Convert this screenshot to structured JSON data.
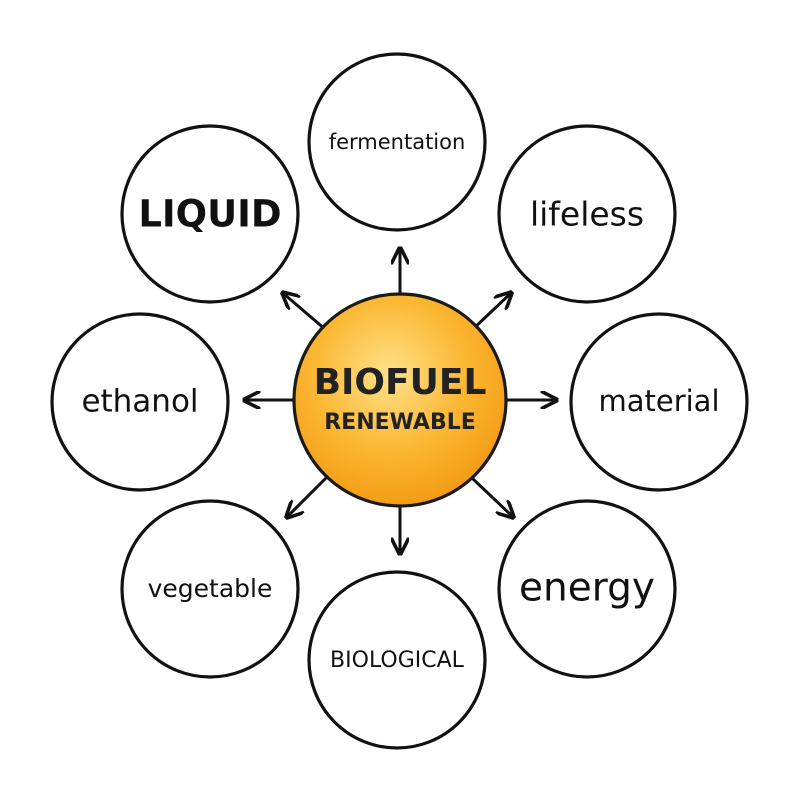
{
  "center": {
    "line1": "BIOFUEL",
    "line2": "RENEWABLE",
    "fill_light": "#ffd36a",
    "fill_dark": "#f7a21b"
  },
  "nodes": {
    "fermentation": "fermentation",
    "lifeless": "lifeless",
    "material": "material",
    "energy": "energy",
    "biological": "BIOLOGICAL",
    "vegetable": "vegetable",
    "ethanol": "ethanol",
    "liquid": "LIQUID"
  }
}
